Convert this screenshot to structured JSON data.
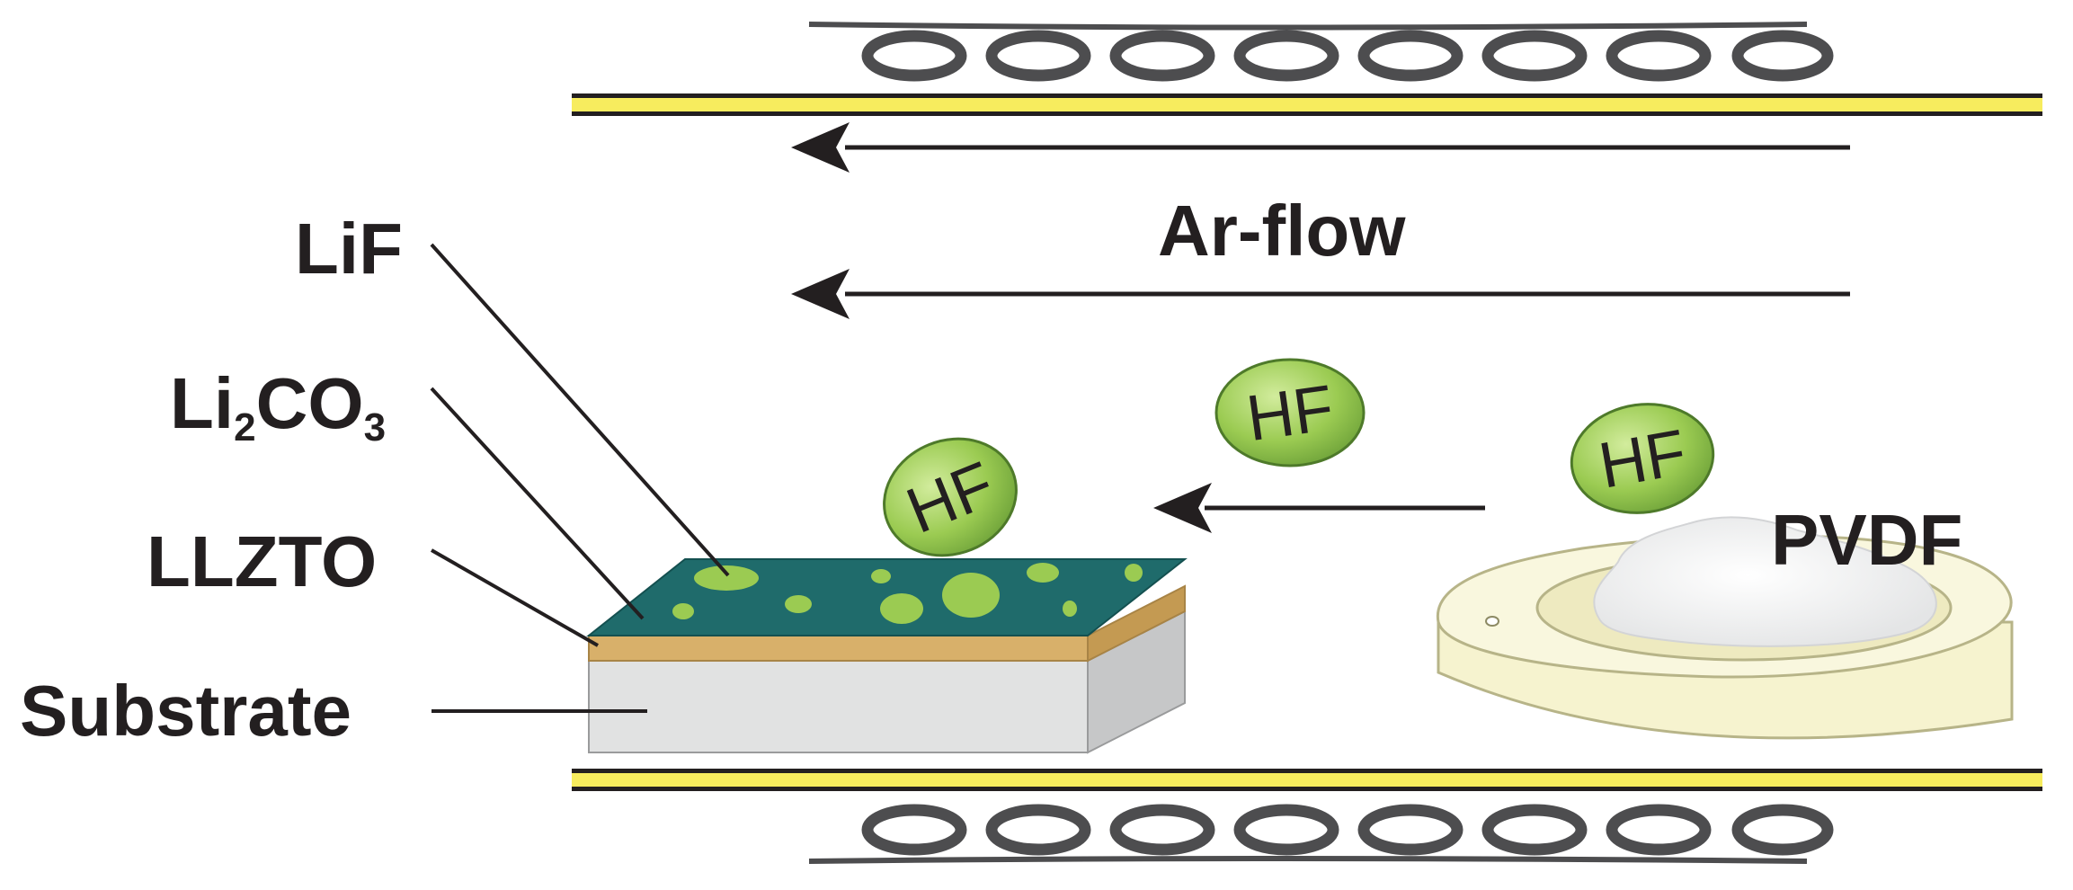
{
  "labels": {
    "lif": "LiF",
    "li2co3_base": "Li",
    "li2co3_sub1": "2",
    "li2co3_mid": "CO",
    "li2co3_sub2": "3",
    "llzto": "LLZTO",
    "substrate": "Substrate",
    "ar_flow": "Ar-flow",
    "pvdf": "PVDF",
    "hf": "HF"
  },
  "colors": {
    "tube_yellow": "#f7ec5e",
    "coil": "#4d4d4f",
    "lif_layer": "#1f6b6b",
    "li2co3_layer": "#d8b06a",
    "substrate": "#e1e2e2",
    "hf_bubble": "#9bcb52",
    "boat": "#f6f3cf"
  }
}
